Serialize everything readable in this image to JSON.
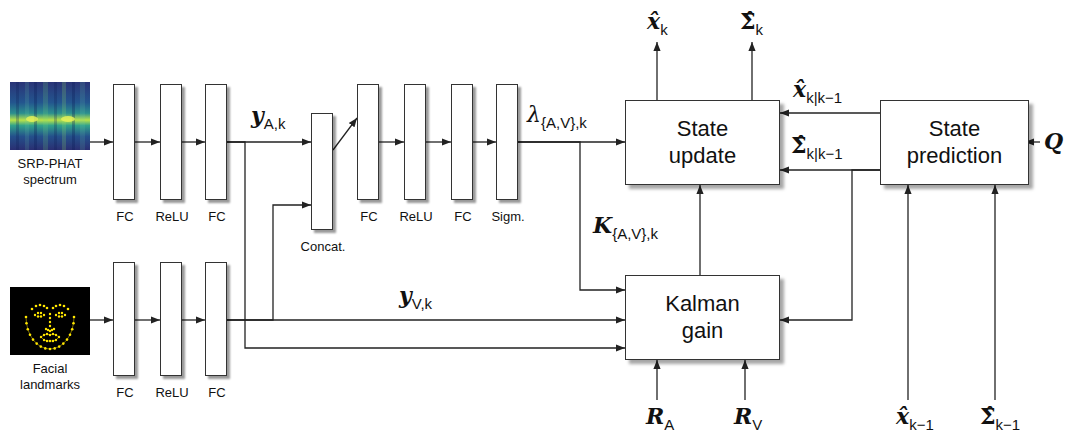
{
  "diagram": {
    "nodes": [
      {
        "text": [
          "SRP-PHAT spectrum"
        ]
      },
      {
        "text": [
          "FC"
        ]
      },
      {
        "text": [
          "ReLU"
        ]
      },
      {
        "text": [
          "FC"
        ]
      },
      {
        "text": [
          "Concat."
        ]
      },
      {
        "text": [
          "FC"
        ]
      },
      {
        "text": [
          "ReLU"
        ]
      },
      {
        "text": [
          "FC"
        ]
      },
      {
        "text": [
          "Sigm."
        ]
      },
      {
        "text": [
          "State update"
        ]
      },
      {
        "text": [
          "State prediction"
        ]
      },
      {
        "text": [
          "Facial landmarks"
        ]
      },
      {
        "text": [
          "FC"
        ]
      },
      {
        "text": [
          "ReLU"
        ]
      },
      {
        "text": [
          "FC"
        ]
      },
      {
        "text": [
          "Kalman gain"
        ]
      }
    ],
    "edges": [
      {
        "from": 0,
        "to": 1,
        "arrow": "to"
      },
      {
        "from": 1,
        "to": 2,
        "arrow": "to"
      },
      {
        "from": 2,
        "to": 3,
        "arrow": "to"
      },
      {
        "from": 3,
        "to": 4,
        "label": "yA,k",
        "arrow": "to"
      },
      {
        "from": 3,
        "to": 15,
        "arrow": "to"
      },
      {
        "from": 4,
        "to": 5,
        "arrow": "to"
      },
      {
        "from": 5,
        "to": 6,
        "arrow": "to"
      },
      {
        "from": 6,
        "to": 7,
        "arrow": "to"
      },
      {
        "from": 7,
        "to": 8,
        "arrow": "to"
      },
      {
        "from": 8,
        "to": 9,
        "label": "λ{A,V},k",
        "arrow": "to"
      },
      {
        "from": 8,
        "to": 15,
        "arrow": "to"
      },
      {
        "from": 11,
        "to": 12,
        "arrow": "to"
      },
      {
        "from": 12,
        "to": 13,
        "arrow": "to"
      },
      {
        "from": 13,
        "to": 14,
        "arrow": "to"
      },
      {
        "from": 14,
        "to": 4,
        "arrow": "to"
      },
      {
        "from": 14,
        "to": 15,
        "label": "yV,k",
        "arrow": "to"
      },
      {
        "from": 15,
        "to": 9,
        "label": "K{A,V},k",
        "arrow": "to"
      },
      {
        "from": 10,
        "to": 9,
        "label": "x̂k|k−1",
        "arrow": "to"
      },
      {
        "from": 10,
        "to": 9,
        "label": "Σ̂k|k−1",
        "arrow": "to"
      },
      {
        "from": 10,
        "to": 15,
        "arrow": "to"
      }
    ],
    "labels": [
      "x̂k",
      "Σ̂k",
      "Q",
      "RA",
      "RV",
      "x̂k−1",
      "Σ̂k−1"
    ]
  }
}
